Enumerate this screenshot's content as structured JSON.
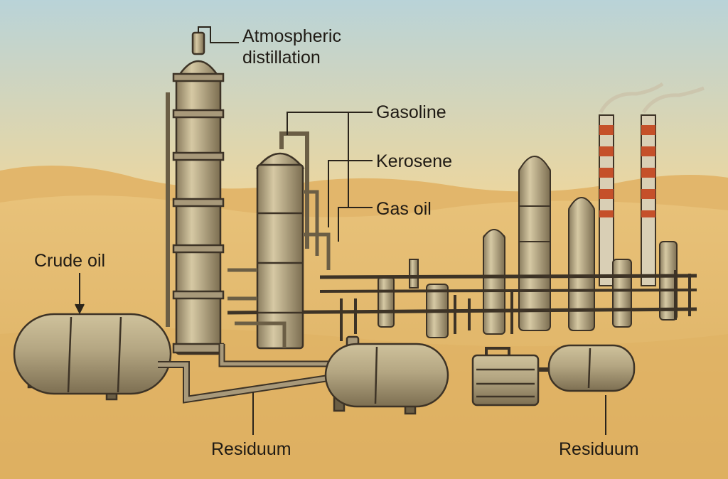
{
  "labels": {
    "atmospheric_line1": "Atmospheric",
    "atmospheric_line2": "distillation",
    "gasoline": "Gasoline",
    "kerosene": "Kerosene",
    "gas_oil": "Gas oil",
    "crude_oil": "Crude oil",
    "residuum_left": "Residuum",
    "residuum_right": "Residuum"
  },
  "colors": {
    "sky_top": "#b9d3d8",
    "sky_bottom": "#f0d79a",
    "sand": "#e3b868",
    "dunes": "#d9a95a",
    "metal": "#bcae8b",
    "metal_dark": "#6b5e45",
    "outline": "#3d3326",
    "stack_stripe": "#c5502a",
    "leader_line": "#2a241b"
  }
}
